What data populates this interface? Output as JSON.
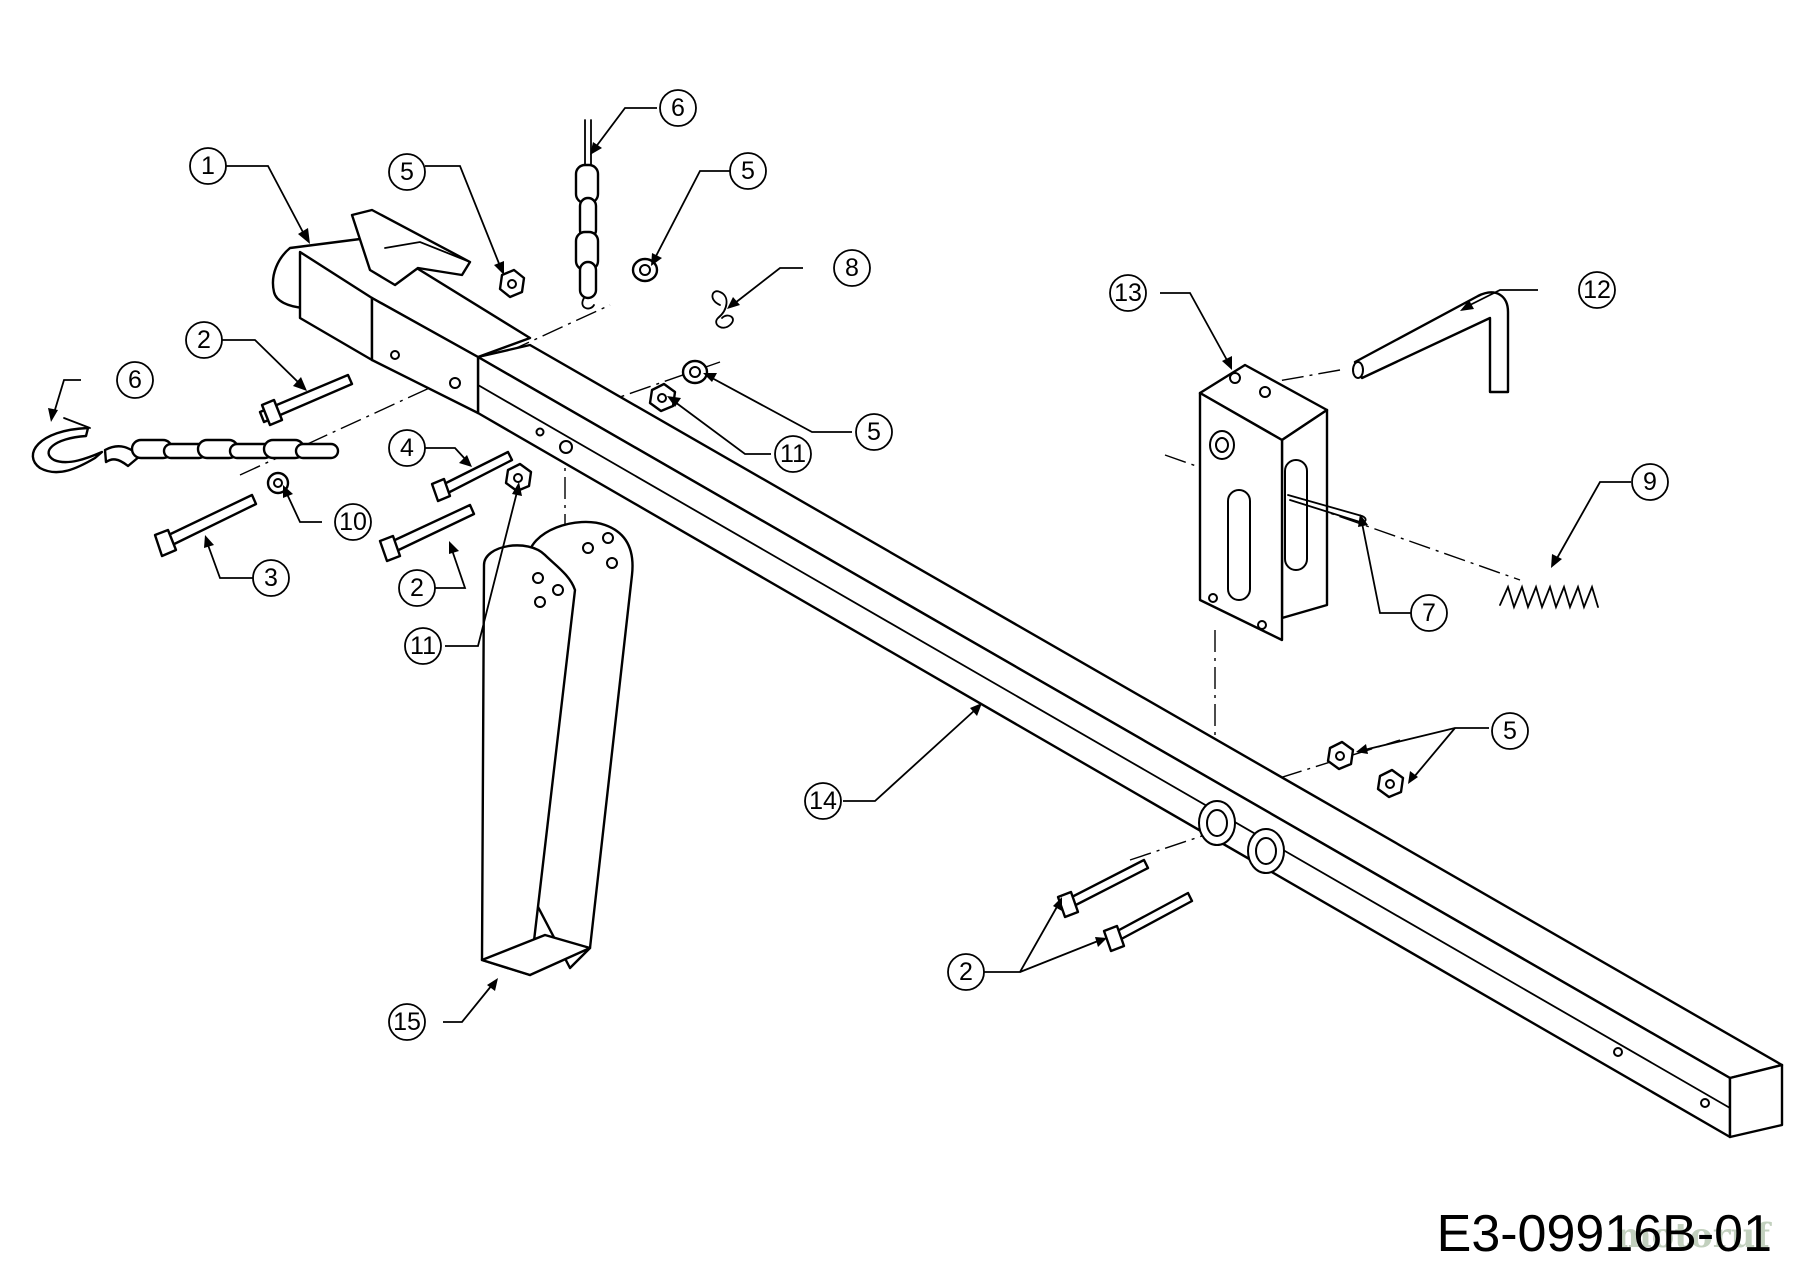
{
  "callouts": [
    {
      "id": "c1",
      "label": "1"
    },
    {
      "id": "c2a",
      "label": "2"
    },
    {
      "id": "c2b",
      "label": "2"
    },
    {
      "id": "c2c",
      "label": "2"
    },
    {
      "id": "c3",
      "label": "3"
    },
    {
      "id": "c4",
      "label": "4"
    },
    {
      "id": "c5a",
      "label": "5"
    },
    {
      "id": "c5b",
      "label": "5"
    },
    {
      "id": "c5c",
      "label": "5"
    },
    {
      "id": "c5d",
      "label": "5"
    },
    {
      "id": "c6a",
      "label": "6"
    },
    {
      "id": "c6b",
      "label": "6"
    },
    {
      "id": "c7",
      "label": "7"
    },
    {
      "id": "c8",
      "label": "8"
    },
    {
      "id": "c9",
      "label": "9"
    },
    {
      "id": "c10",
      "label": "10"
    },
    {
      "id": "c11a",
      "label": "11"
    },
    {
      "id": "c11b",
      "label": "11"
    },
    {
      "id": "c12",
      "label": "12"
    },
    {
      "id": "c13",
      "label": "13"
    },
    {
      "id": "c14",
      "label": "14"
    },
    {
      "id": "c15",
      "label": "15"
    }
  ],
  "footer": {
    "diagram_code": "E3-09916B-01",
    "watermark": "motoruf"
  }
}
